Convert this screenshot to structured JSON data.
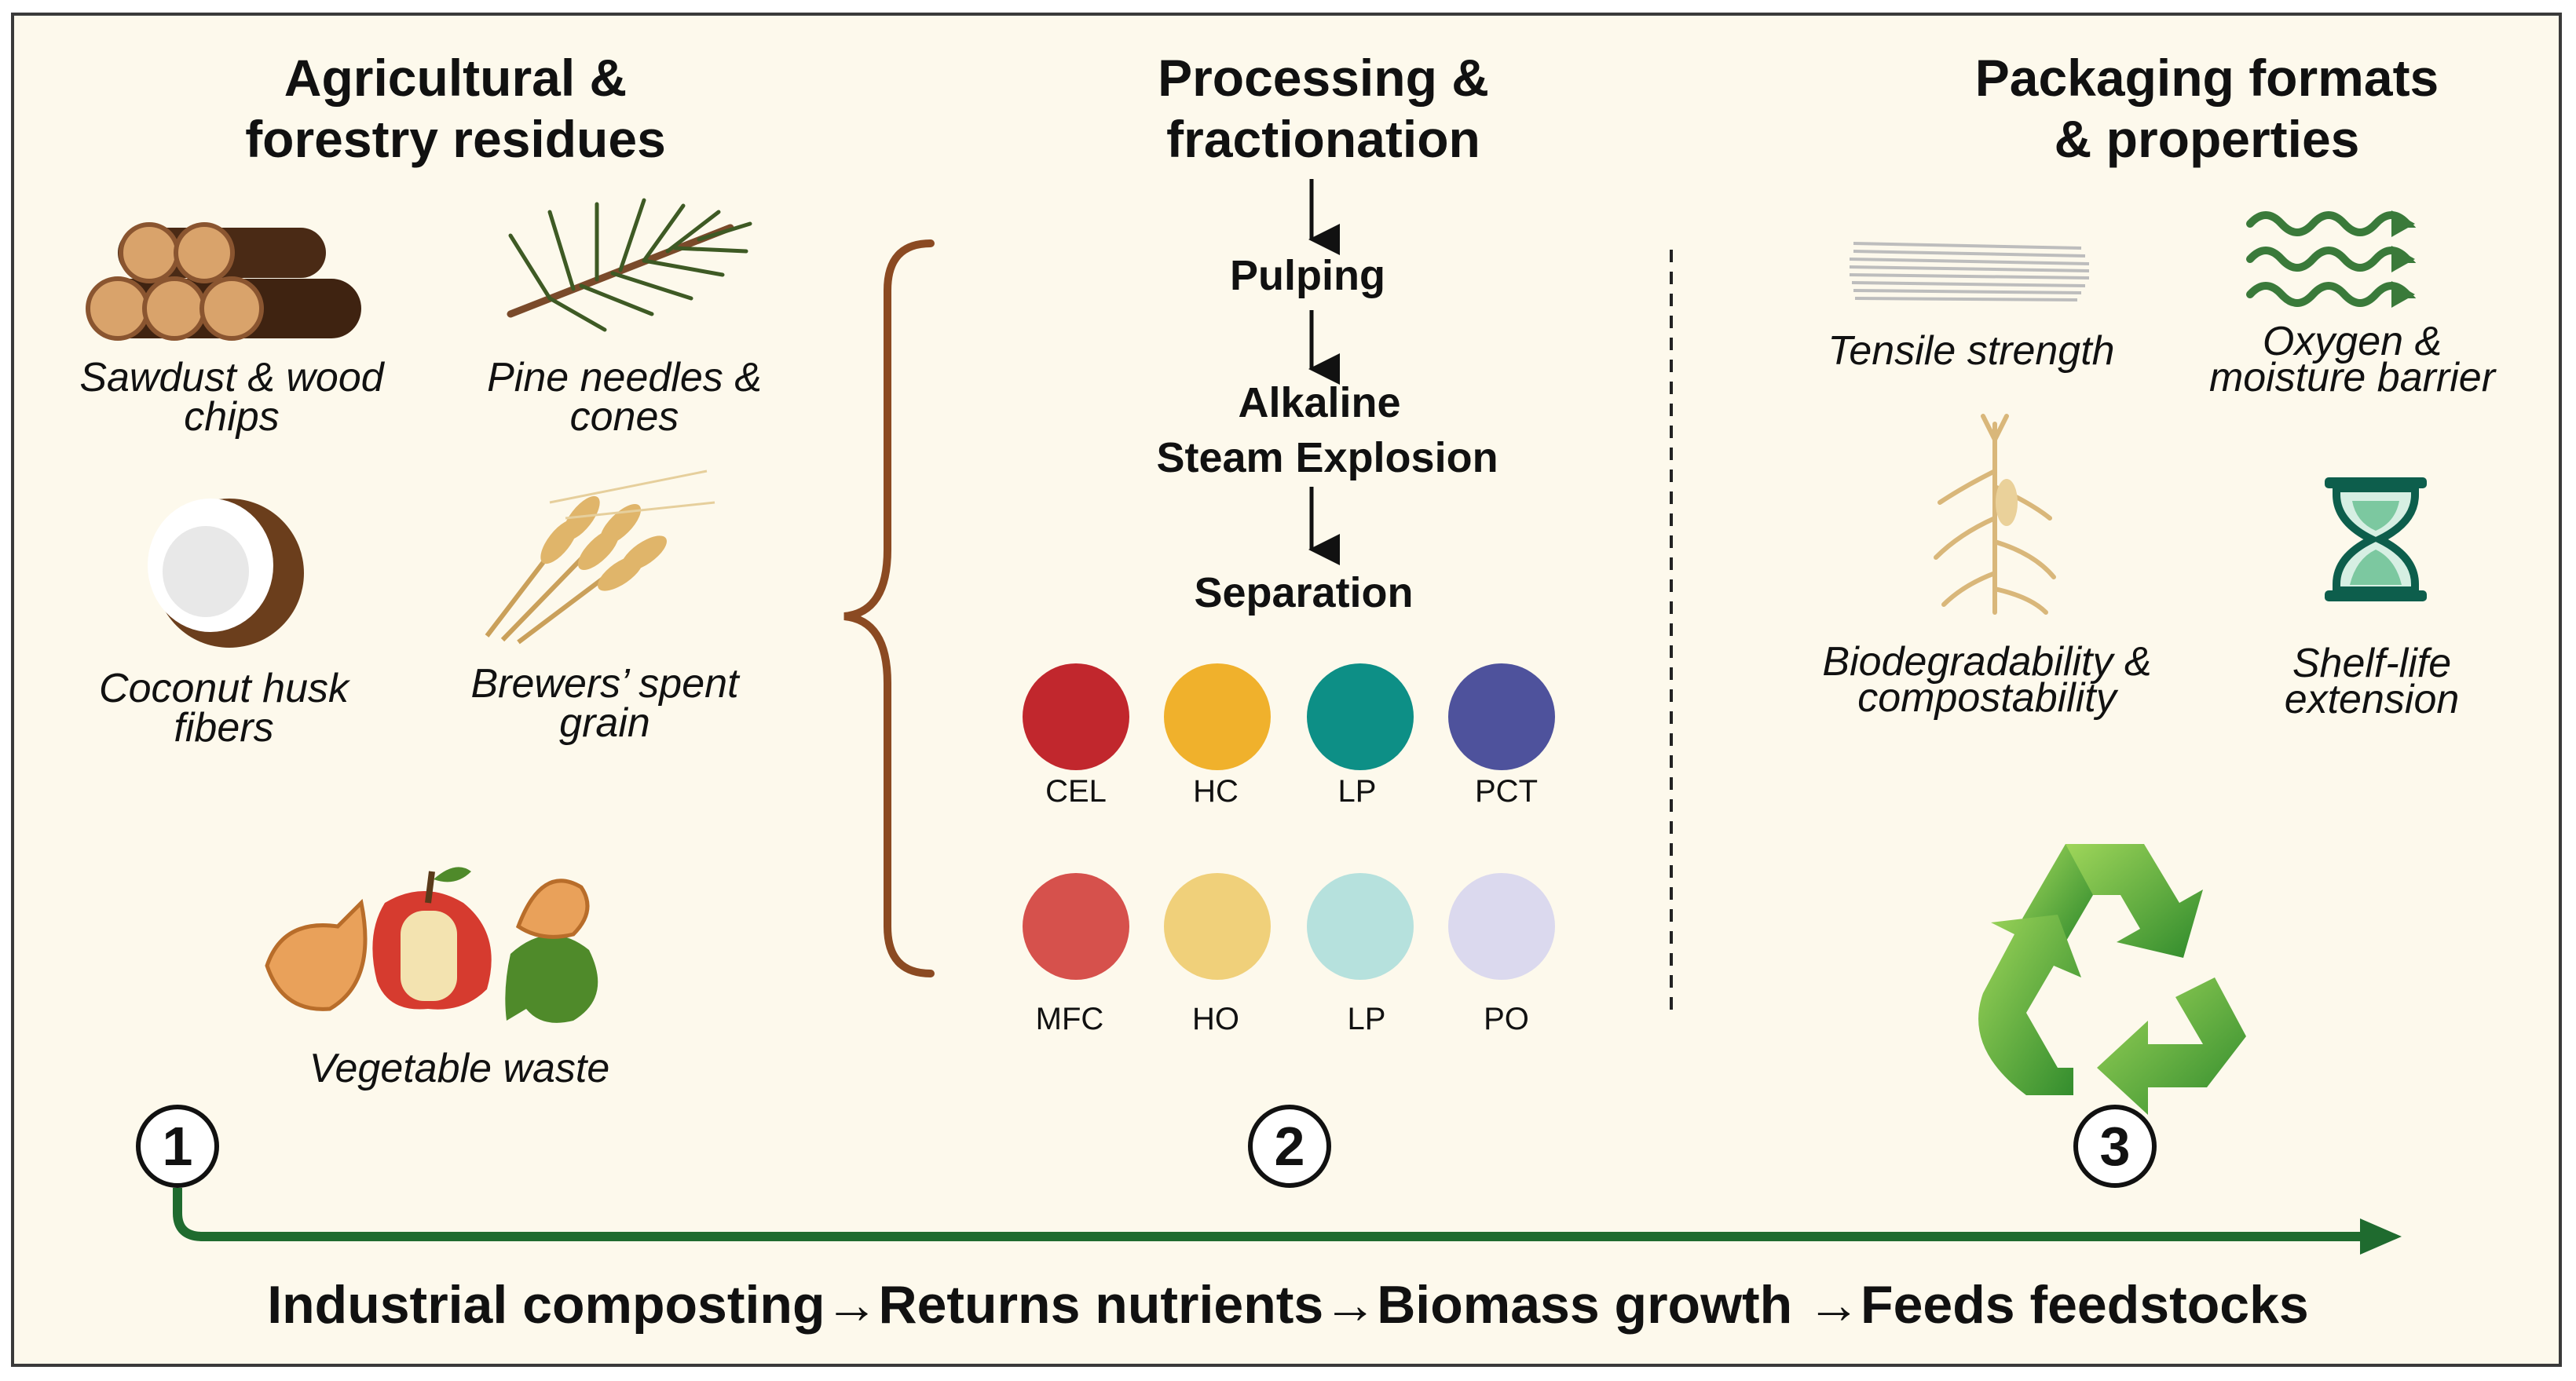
{
  "columns": {
    "feedstocks": {
      "title_line1": "Agricultural &",
      "title_line2": "forestry residues",
      "items": [
        {
          "line1": "Sawdust & wood",
          "line2": "chips",
          "icon": "wood-logs-icon"
        },
        {
          "line1": "Pine needles &",
          "line2": "cones",
          "icon": "pine-branch-icon"
        },
        {
          "line1": "Coconut husk",
          "line2": "fibers",
          "icon": "coconut-icon"
        },
        {
          "line1": "Brewers’ spent",
          "line2": "grain",
          "icon": "wheat-icon"
        },
        {
          "line1": "Vegetable waste",
          "line2": "",
          "icon": "vegetable-waste-icon"
        }
      ]
    },
    "processing": {
      "title_line1": "Processing &",
      "title_line2": "fractionation",
      "steps": [
        "Pulping",
        "Alkaline",
        "Steam Explosion",
        "Separation"
      ],
      "fractions_row1": [
        {
          "label": "CEL",
          "color": "#c1272d"
        },
        {
          "label": "HC",
          "color": "#f0b12c"
        },
        {
          "label": "LP",
          "color": "#0d8f86"
        },
        {
          "label": "PCT",
          "color": "#4e529c"
        }
      ],
      "fractions_row2": [
        {
          "label": "MFC",
          "color": "#d6514c"
        },
        {
          "label": "HO",
          "color": "#f0d07a"
        },
        {
          "label": "LP",
          "color": "#b6e1dd"
        },
        {
          "label": "PO",
          "color": "#dbd9ee"
        }
      ]
    },
    "packaging": {
      "title_line1": "Packaging formats",
      "title_line2": "& properties",
      "properties": [
        {
          "line1": "Tensile strength",
          "line2": "",
          "icon": "fiber-strand-icon"
        },
        {
          "line1": "Oxygen &",
          "line2": "moisture barrier",
          "icon": "wave-arrows-icon"
        },
        {
          "line1": "Biodegradability &",
          "line2": "compostability",
          "icon": "corn-plant-icon"
        },
        {
          "line1": "Shelf-life",
          "line2": "extension",
          "icon": "hourglass-icon"
        }
      ],
      "recycle_icon": "recycle-icon"
    }
  },
  "stage_numbers": [
    "1",
    "2",
    "3"
  ],
  "footer_text": "Industrial composting→Returns nutrients→Biomass growth →Feeds feedstocks",
  "colors": {
    "background": "#fdf9ec",
    "arrow_green": "#1f6b2f",
    "brace_brown": "#8b4a22",
    "recycle_green": "#5db336"
  }
}
